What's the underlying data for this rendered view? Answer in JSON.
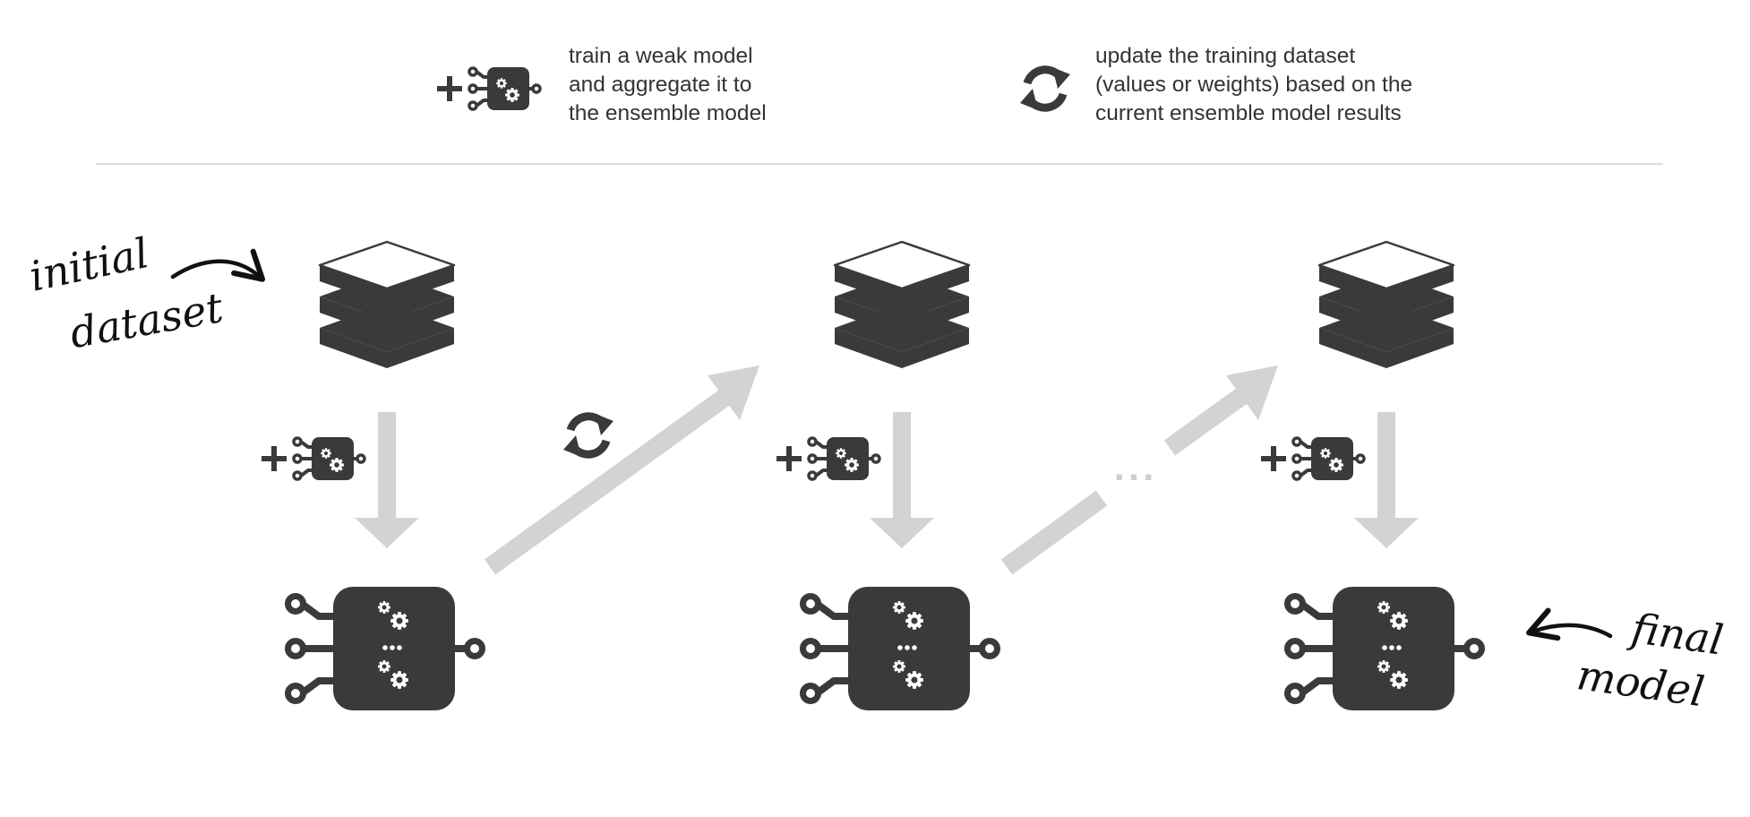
{
  "legend": {
    "train": {
      "icon": "plus-weak-model-icon",
      "lines": [
        "train a weak model",
        "and aggregate it to",
        "the ensemble model"
      ]
    },
    "update": {
      "icon": "refresh-cycle-icon",
      "lines": [
        "update the training dataset",
        "(values or weights) based on the",
        "current ensemble model results"
      ]
    }
  },
  "annotations": {
    "initial": [
      "initial",
      "dataset"
    ],
    "final": [
      "final",
      "model"
    ]
  },
  "stages": [
    {
      "dataset_icon": "dataset-stack-icon",
      "step_icon": "plus-weak-model-icon",
      "model_icon": "ensemble-model-icon"
    },
    {
      "dataset_icon": "dataset-stack-icon",
      "step_icon": "plus-weak-model-icon",
      "model_icon": "ensemble-model-icon"
    },
    {
      "dataset_icon": "dataset-stack-icon",
      "step_icon": "plus-weak-model-icon",
      "model_icon": "ensemble-model-icon"
    }
  ],
  "ellipsis": "...",
  "colors": {
    "icon": "#3a3a3a",
    "arrow": "#d3d3d3",
    "divider": "#dddddd",
    "ellipsis": "#cfcfcf"
  }
}
